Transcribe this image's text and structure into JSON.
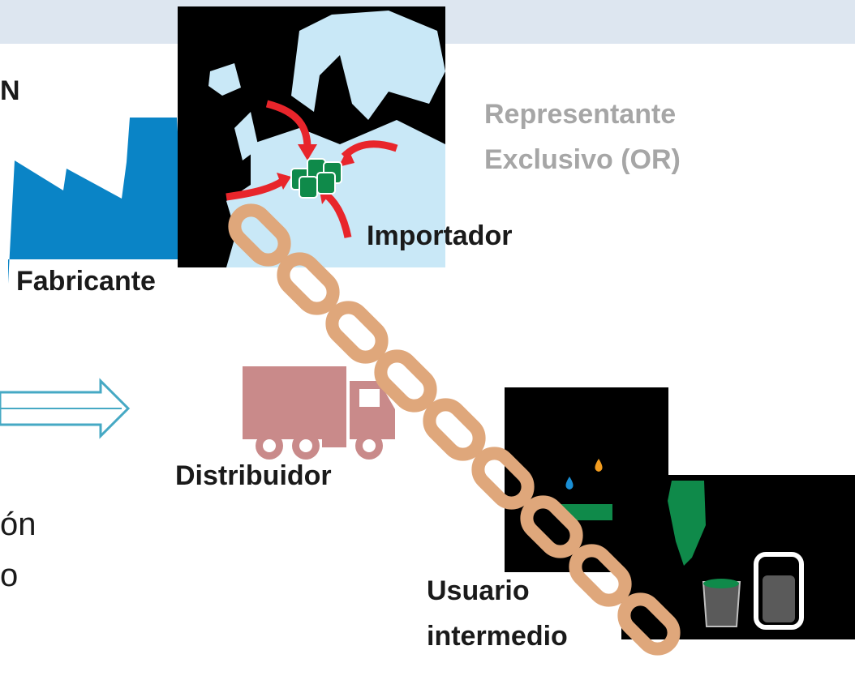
{
  "slide": {
    "truncated_heading": "N",
    "truncated_body": [
      "ón",
      "o"
    ]
  },
  "actors": {
    "representante": [
      "Representante",
      "Exclusivo (OR)"
    ],
    "fabricante": "Fabricante",
    "importador": "Importador",
    "distribuidor": "Distribuidor",
    "usuario": [
      "Usuario",
      "intermedio"
    ]
  },
  "colors": {
    "banner": "#dde6f0",
    "factory": "#0a84c6",
    "truck": "#c98a8a",
    "chain": "#dfa77b",
    "europe": "#c9e8f7",
    "arrow_red": "#e8252b",
    "arrow_outline": "#46a9c4",
    "paint_green": "#0f8a4a"
  },
  "icons": [
    "factory-icon",
    "europe-map-icon",
    "truck-icon",
    "chain-icon",
    "paint-drop-icon",
    "paint-bucket-icon",
    "spray-can-icon",
    "right-arrow-icon"
  ]
}
